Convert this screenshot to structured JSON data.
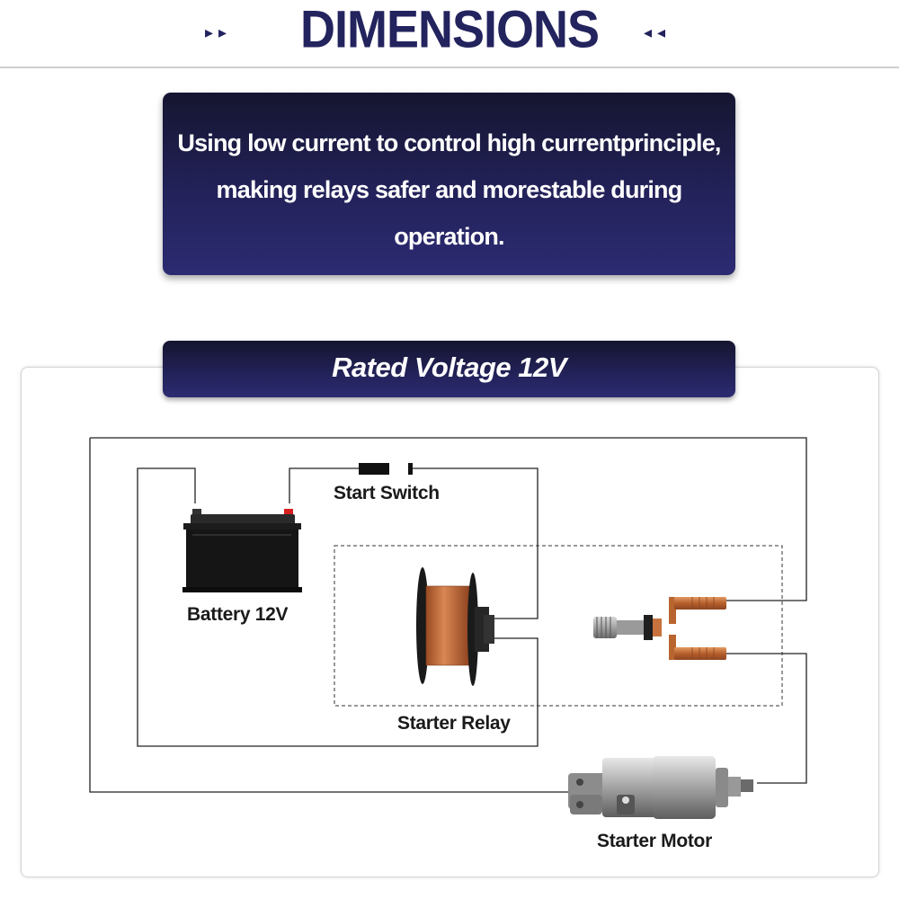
{
  "header": {
    "title": "DIMENSIONS",
    "arrows_left": "▸▸",
    "arrows_right": "◂◂"
  },
  "banner": {
    "lines": [
      "Using low current to control high currentprinciple,",
      "making relays safer and morestable during",
      "operation."
    ]
  },
  "voltage_banner": {
    "text": "Rated Voltage 12V"
  },
  "labels": {
    "start_switch": "Start Switch",
    "battery": "Battery 12V",
    "starter_relay": "Starter Relay",
    "starter_motor": "Starter Motor"
  },
  "colors": {
    "navy": "#23235e",
    "banner_dark": "#151530",
    "copper": "#c8733d",
    "battery_terminal_red": "#d62020"
  }
}
